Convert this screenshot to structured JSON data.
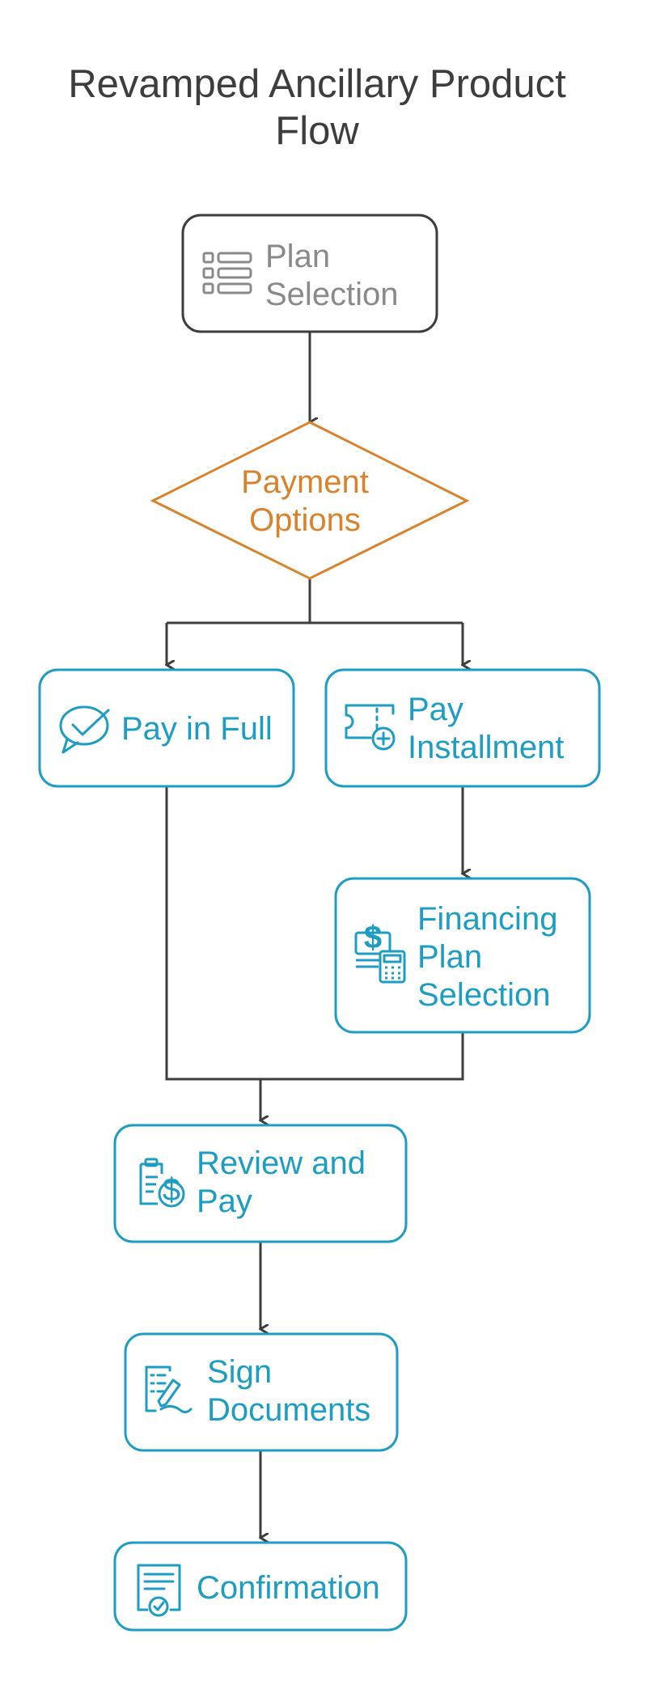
{
  "title": {
    "line1": "Revamped Ancillary Product",
    "line2": "Flow"
  },
  "colors": {
    "connector": "#3d3d3d",
    "neutral": "#8a8a8a",
    "decision": "#d9822b",
    "step": "#1d9cc4"
  },
  "nodes": {
    "plan_selection": {
      "lines": [
        "Plan",
        "Selection"
      ],
      "icon": "list-icon"
    },
    "payment_options": {
      "lines": [
        "Payment",
        "Options"
      ]
    },
    "pay_in_full": {
      "lines": [
        "Pay in Full"
      ],
      "icon": "chat-check-icon"
    },
    "pay_installment": {
      "lines": [
        "Pay",
        "Installment"
      ],
      "icon": "ticket-plus-icon"
    },
    "financing_plan_selection": {
      "lines": [
        "Financing",
        "Plan",
        "Selection"
      ],
      "icon": "cash-calculator-icon"
    },
    "review_and_pay": {
      "lines": [
        "Review and",
        "Pay"
      ],
      "icon": "clipboard-dollar-icon"
    },
    "sign_documents": {
      "lines": [
        "Sign",
        "Documents"
      ],
      "icon": "document-sign-icon"
    },
    "confirmation": {
      "lines": [
        "Confirmation"
      ],
      "icon": "certificate-check-icon"
    }
  }
}
